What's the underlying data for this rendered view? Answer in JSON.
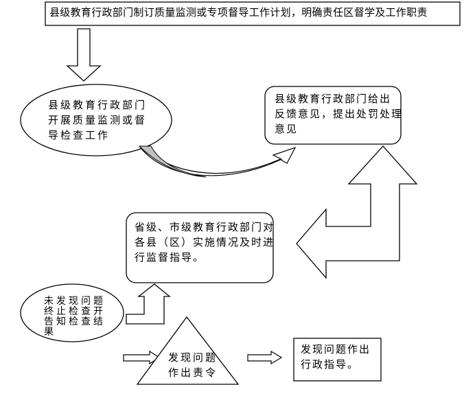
{
  "top_box": {
    "text": "县级教育行政部门制订质量监测或专项督导工作计划，明确责任区督学及工作职责"
  },
  "ellipse_left": {
    "lines": [
      "县级教育行政部门",
      "开展质量监测或督",
      "导检查工作"
    ]
  },
  "feedback_box": {
    "lines": [
      "县级教育行政部门给出",
      "反馈意见，提出处罚处理",
      "意见"
    ]
  },
  "province_box": {
    "lines": [
      "省级、市级教育行政部门对",
      "各县（区）实施情况及时进",
      "行监督指导。"
    ]
  },
  "small_ellipse": {
    "lines": [
      "未发现问题",
      "终止检查开",
      "告知检查结",
      "果"
    ]
  },
  "triangle": {
    "lines": [
      "发现问题",
      "作出责令"
    ]
  },
  "guidance_box": {
    "lines": [
      "发现问题作出",
      "行政指导。"
    ]
  },
  "colors": {
    "stroke": "#000000",
    "curve_fill": "#c0c0c0",
    "background": "#ffffff"
  }
}
